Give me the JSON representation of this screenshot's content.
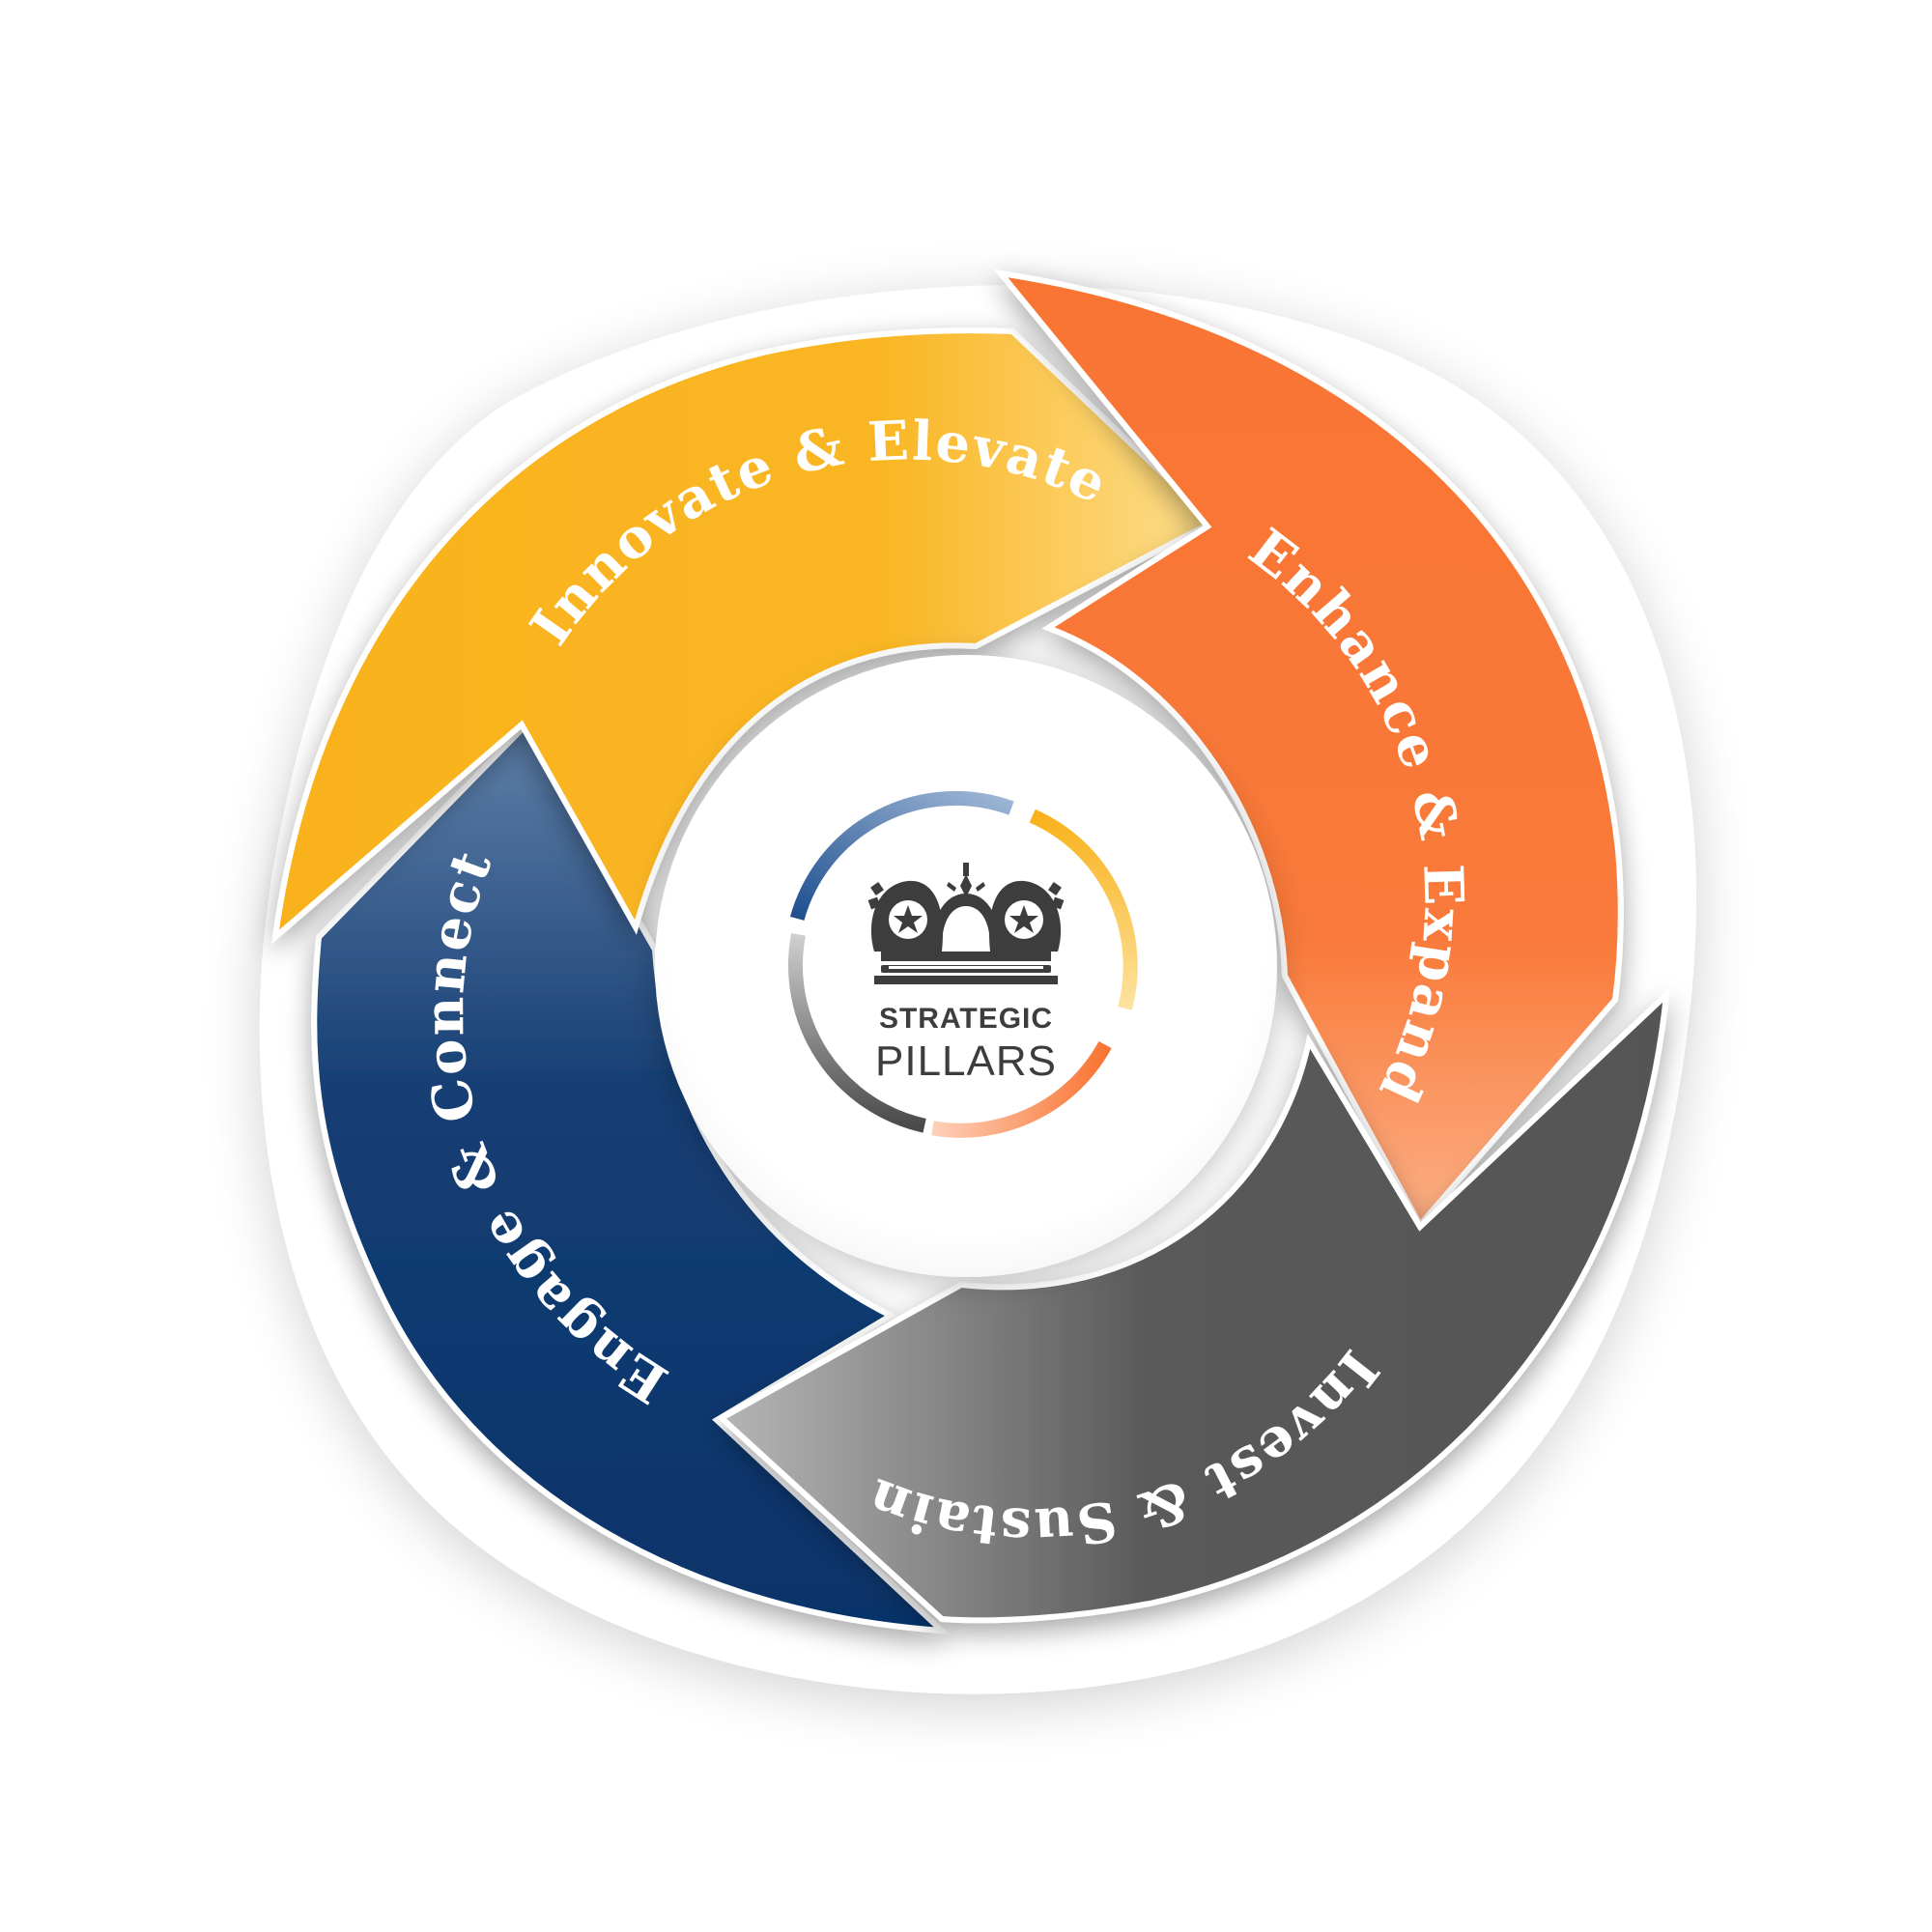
{
  "colors": {
    "innovate": "#F9B21C",
    "enhance": "#F97433",
    "invest": "#555555",
    "engage": "#06336A",
    "background": "#FFFFFF"
  },
  "pillars": [
    {
      "id": "innovate",
      "label": "Innovate & Elevate",
      "color": "#F9B21C"
    },
    {
      "id": "enhance",
      "label": "Enhance & Expand",
      "color": "#F97433"
    },
    {
      "id": "invest",
      "label": "Invest & Sustain",
      "color": "#555555"
    },
    {
      "id": "engage",
      "label": "Engage & Connect",
      "color": "#06336A"
    }
  ],
  "logo": {
    "line1": "STRATEGIC",
    "line2": "PILLARS",
    "icon": "crown-icon"
  }
}
